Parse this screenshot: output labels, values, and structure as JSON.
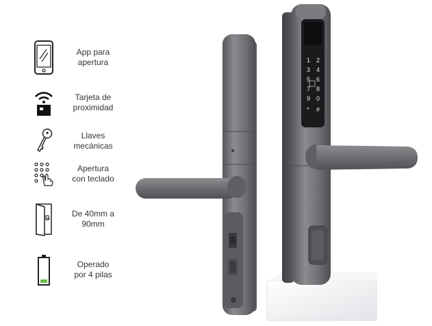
{
  "features": [
    {
      "icon": "smartphone-icon",
      "line1": "App para",
      "line2": "apertura"
    },
    {
      "icon": "rfid-card-icon",
      "line1": "Tarjeta de",
      "line2": "proximidad"
    },
    {
      "icon": "key-icon",
      "line1": "Llaves",
      "line2": "mecánicas"
    },
    {
      "icon": "keypad-touch-icon",
      "line1": "Apertura",
      "line2": "con teclado"
    },
    {
      "icon": "door-icon",
      "line1": "De 40mm a",
      "line2": "90mm"
    },
    {
      "icon": "battery-icon",
      "line1": "Operado",
      "line2": "por 4 pilas"
    }
  ],
  "keypad": [
    "1",
    "2",
    "3",
    "4",
    "5",
    "6",
    "7",
    "8",
    "9",
    "0",
    "*",
    "#"
  ],
  "colors": {
    "text": "#333333",
    "icon": "#222222",
    "lock_body": "#6f7073",
    "lock_dark": "#4a4b4e",
    "screen": "#1a1b1d",
    "battery_green": "#6cc04a"
  }
}
